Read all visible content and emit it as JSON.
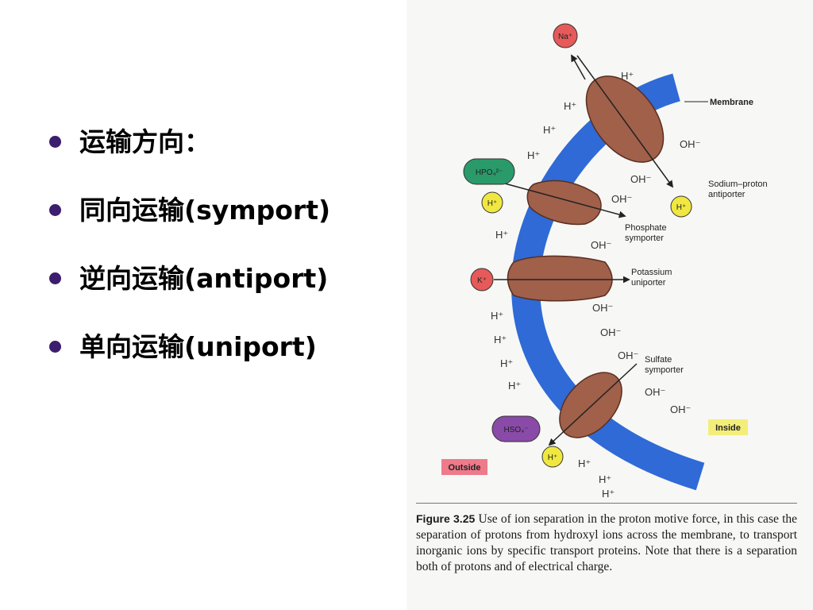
{
  "slide": {
    "bullets": [
      {
        "text": "运输方向："
      },
      {
        "text": "同向运输(symport)"
      },
      {
        "text": "逆向运输(antiport)"
      },
      {
        "text": "单向运输(uniport)"
      }
    ]
  },
  "figure": {
    "labels": {
      "membrane": "Membrane",
      "sodium_antiporter": "Sodium–proton\nantiporter",
      "phosphate_symporter": "Phosphate\nsymporter",
      "potassium_uniporter": "Potassium\nuniporter",
      "sulfate_symporter": "Sulfate\nsymporter",
      "inside": "Inside",
      "outside": "Outside"
    },
    "ions": {
      "na": "Na⁺",
      "hpo4": "HPO₄²⁻",
      "k": "K⁺",
      "hso4": "HSO₄⁻",
      "h": "H⁺",
      "oh": "OH⁻"
    },
    "caption": {
      "title": "Figure 3.25",
      "text": "Use of ion separation in the proton motive force, in this case the separation of protons from hydroxyl ions across the membrane, to transport inorganic ions by specific transport proteins. Note that there is a separation both of protons and of electrical charge."
    },
    "colors": {
      "membrane": "#2f6ad6",
      "protein": "#a0604a",
      "na_ion": "#e65a5a",
      "hpo4_ion": "#2a9a6a",
      "k_ion": "#e65a5a",
      "hso4_ion": "#8a4aa8",
      "h_ion": "#f0e840",
      "inside_tag": "#f3ee7a",
      "outside_tag": "#ee7a8a"
    }
  }
}
